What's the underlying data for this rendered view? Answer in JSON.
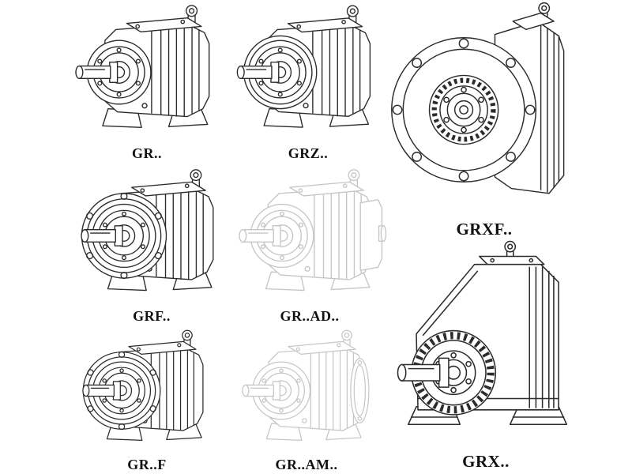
{
  "page": {
    "background_color": "#ffffff",
    "ink_color": "#2b2b2b",
    "phantom_ink_color": "#c6c6c6",
    "label_color": "#111111"
  },
  "figures": [
    {
      "id": "gr",
      "label": "GR..",
      "style": "solid-line drawing, foot-mounted helical gearbox, input shaft left"
    },
    {
      "id": "grz",
      "label": "GRZ..",
      "style": "solid-line drawing, foot-mounted gearbox with round housing ring"
    },
    {
      "id": "grxf",
      "label": "GRXF..",
      "style": "solid-line drawing, large front output flange with bolt circle"
    },
    {
      "id": "grf",
      "label": "GRF..",
      "style": "solid-line drawing, flange-mounted gearbox with feet"
    },
    {
      "id": "gr-ad",
      "label": "GR..AD..",
      "style": "phantom gray drawing, gearbox with rear adapter plate"
    },
    {
      "id": "gr-f",
      "label": "GR..F",
      "style": "solid-line drawing, flange-mounted gearbox with feet"
    },
    {
      "id": "gr-am",
      "label": "GR..AM..",
      "style": "phantom gray drawing, gearbox with rear motor flange"
    },
    {
      "id": "grx",
      "label": "GRX..",
      "style": "solid-line drawing, large foot-mounted gearbox, ribbed bearing boss"
    }
  ]
}
